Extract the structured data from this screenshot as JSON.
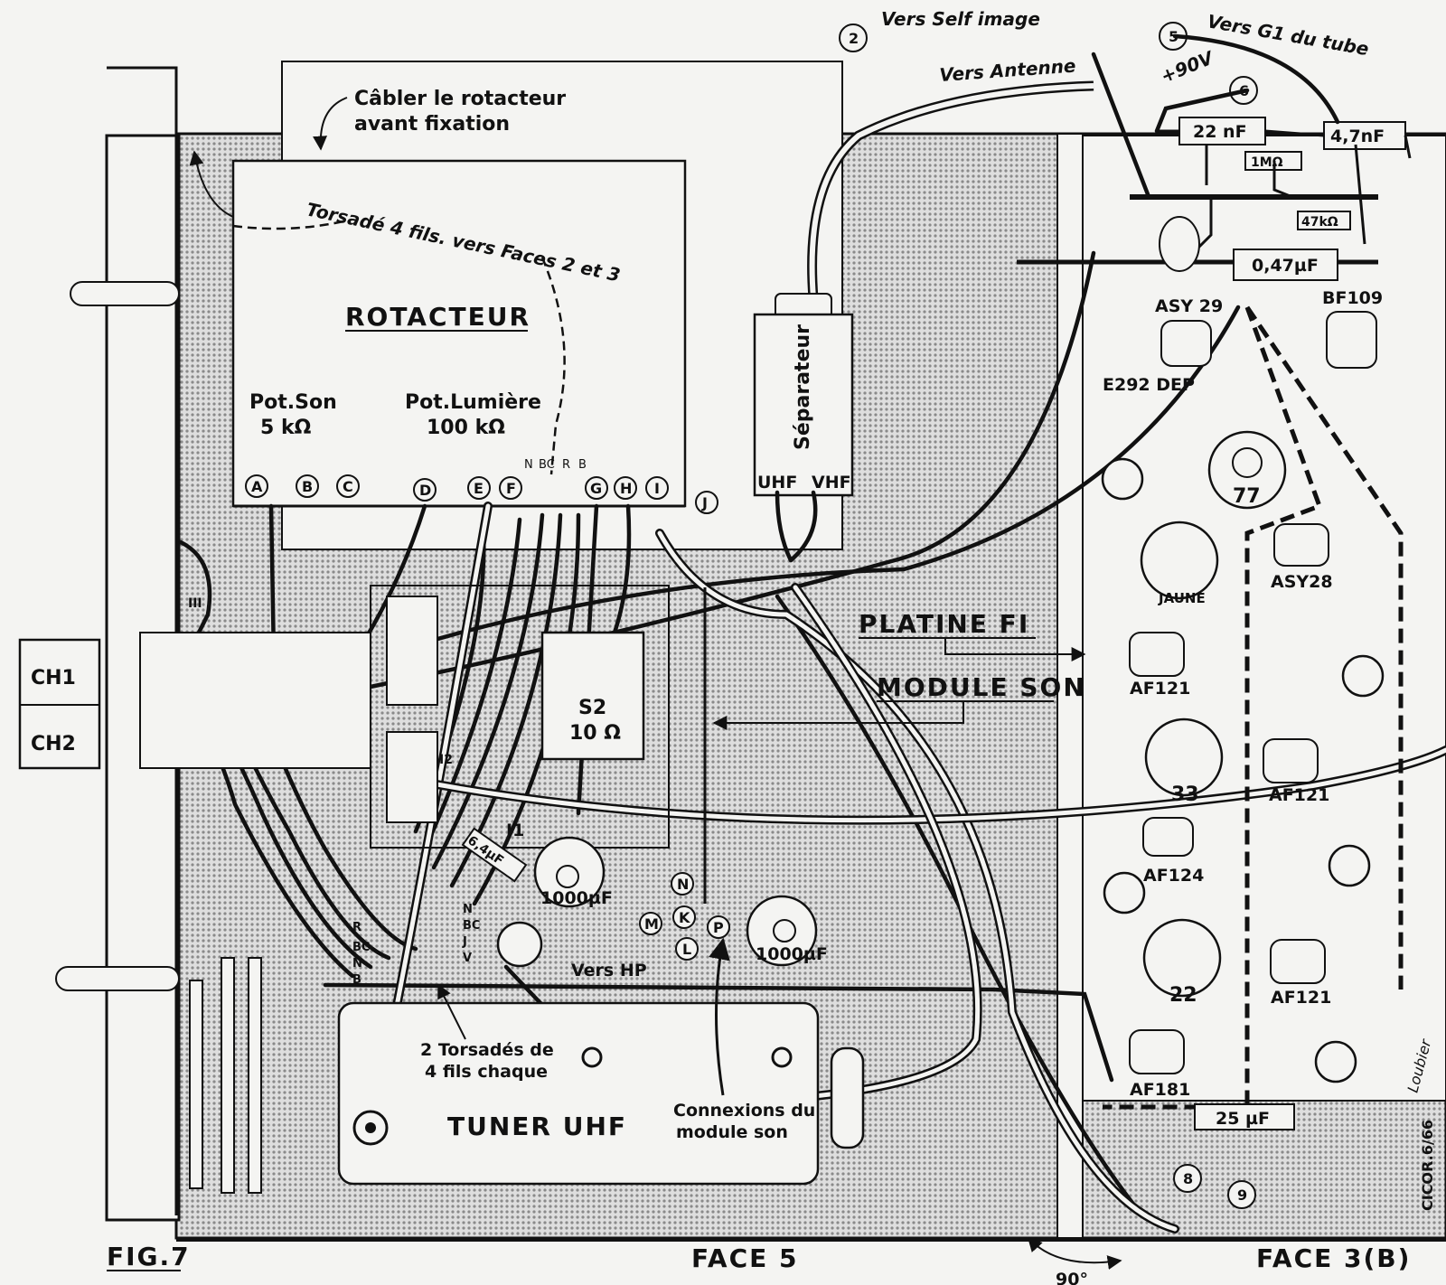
{
  "figure_label": "FIG.7",
  "face5_label": "FACE 5",
  "face3_label": "FACE 3(B)",
  "credit": "CICOR.6/66",
  "angle_label": "90°",
  "signature": "Loubier",
  "notes": {
    "cabler_line1": "Câbler le rotacteur",
    "cabler_line2": "avant fixation",
    "torsade": "Torsadé 4 fils. vers Faces 2 et 3",
    "vers_self": "Vers Self image",
    "vers_antenne": "Vers Antenne",
    "vers_g1": "Vers G1 du tube",
    "plus90v": "+90V",
    "vers_hp": "Vers HP",
    "torsades_line1": "2 Torsadés de",
    "torsades_line2": "4 fils chaque",
    "connexions_line1": "Connexions du",
    "connexions_line2": "module son"
  },
  "blocks": {
    "rotacteur": "ROTACTEUR",
    "pot_son_1": "Pot.Son",
    "pot_son_2": "5 kΩ",
    "pot_lum_1": "Pot.Lumière",
    "pot_lum_2": "100 kΩ",
    "separateur": "Séparateur",
    "uhf": "UHF",
    "vhf": "VHF",
    "platine_fi": "PLATINE FI",
    "module_son": "MODULE SON",
    "tuner_uhf": "TUNER UHF",
    "s2_line1": "S2",
    "s2_line2": "10 Ω",
    "ch1": "CH1",
    "ch2": "CH2",
    "i1": "I1",
    "i2": "I2",
    "iii": "III"
  },
  "components": {
    "c22nf": "22 nF",
    "c47nf": "4,7nF",
    "r1m": "1MΩ",
    "r47k": "47kΩ",
    "c047": "0,47µF",
    "c25": "25 µF",
    "c64": "6,4µF",
    "c1000a": "1000µF",
    "c1000b": "1000µF"
  },
  "transistors": {
    "asy29": "ASY 29",
    "bf109": "BF109",
    "e292": "E292 DEP",
    "asy28": "ASY28",
    "af121a": "AF121",
    "af121b": "AF121",
    "af121c": "AF121",
    "af124": "AF124",
    "af181": "AF181"
  },
  "coils": {
    "c77": "77",
    "jaune": "JAUNE",
    "c33": "33",
    "c22": "22"
  },
  "terminals": [
    "A",
    "B",
    "C",
    "D",
    "E",
    "F",
    "G",
    "H",
    "I",
    "J"
  ],
  "wire_codes_top": [
    "N",
    "BC",
    "R",
    "B"
  ],
  "wire_codes_r": [
    "R",
    "BC",
    "N",
    "B"
  ],
  "wire_codes_n": [
    "N",
    "BC",
    "J",
    "V"
  ],
  "module_terminals": [
    "N",
    "K",
    "M",
    "L",
    "P"
  ],
  "numbers": [
    "2",
    "5",
    "6",
    "8",
    "9"
  ]
}
